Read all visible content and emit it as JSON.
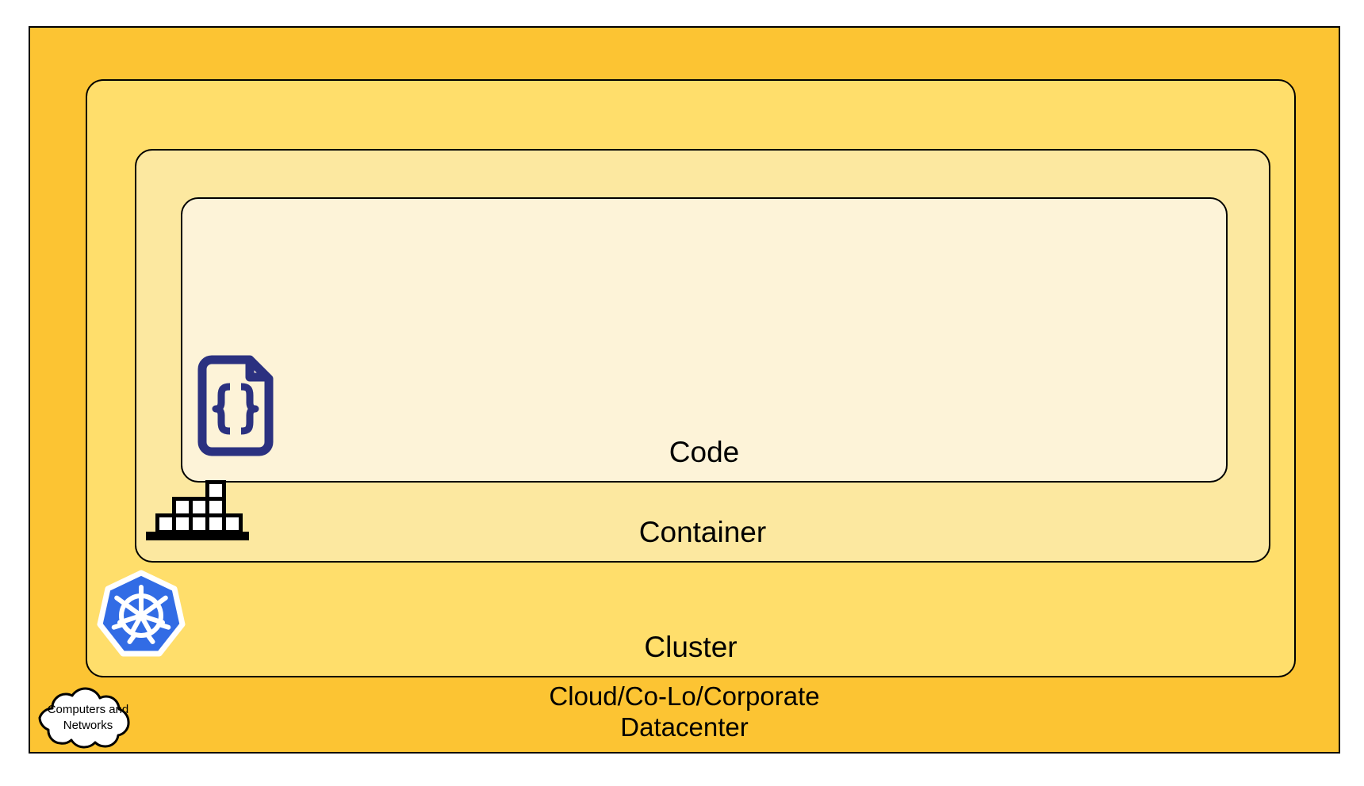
{
  "diagram": {
    "title": "Cloud Native Abstraction Layers",
    "type": "nested-layers"
  },
  "colors": {
    "datacenter_fill": "#fcc433",
    "cluster_fill": "#ffde6b",
    "container_fill": "#fce8a0",
    "code_fill": "#fdf3d8",
    "stroke": "#000000",
    "code_icon": "#2b3180",
    "kubernetes_blue": "#326ce5",
    "block_white": "#ffffff",
    "cloud_white": "#ffffff"
  },
  "layers": [
    {
      "id": "datacenter",
      "label": "Cloud/Co-Lo/Corporate\nDatacenter",
      "level": 1,
      "icon": null
    },
    {
      "id": "cluster",
      "label": "Cluster",
      "level": 2,
      "icon": "kubernetes-icon"
    },
    {
      "id": "container",
      "label": "Container",
      "level": 3,
      "icon": "container-blocks-icon"
    },
    {
      "id": "code",
      "label": "Code",
      "level": 4,
      "icon": "code-document-icon"
    }
  ],
  "callout": {
    "id": "computers-and-networks",
    "label": "Computers and\nNetworks",
    "shape": "cloud"
  },
  "icons": {
    "code_document": "code-document-icon",
    "container_blocks": "container-blocks-icon",
    "kubernetes": "kubernetes-icon",
    "cloud": "cloud-icon"
  }
}
